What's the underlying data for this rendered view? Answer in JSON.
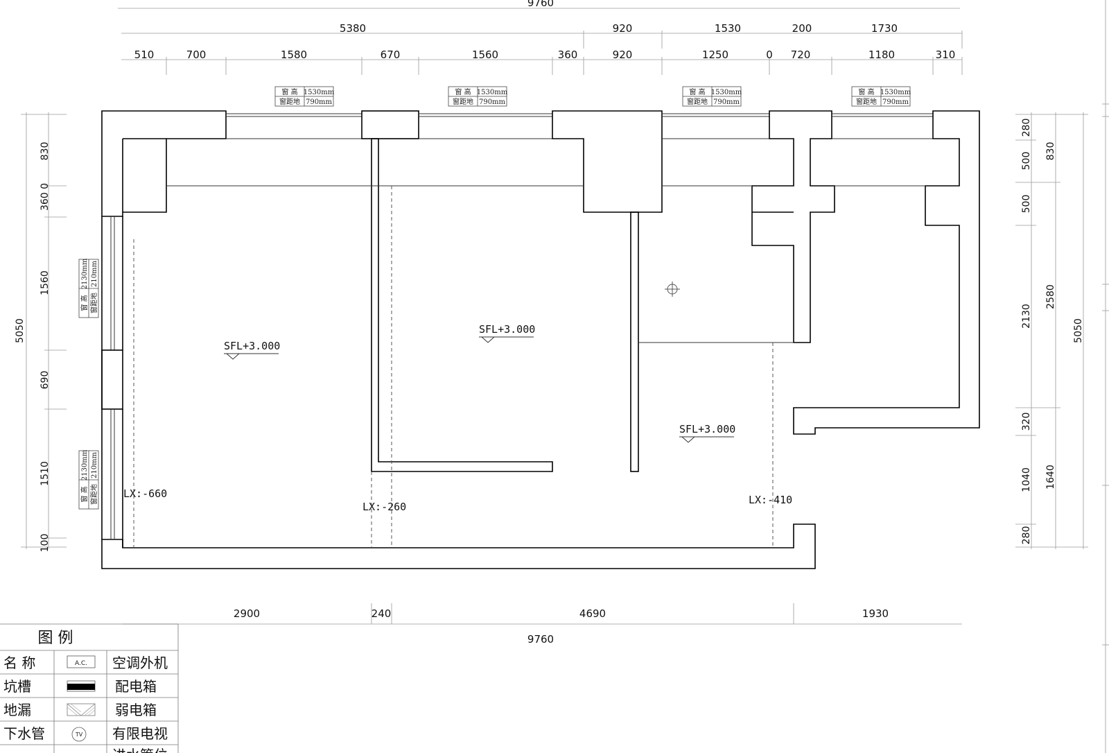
{
  "dimensions": {
    "top_total": "9760",
    "top_row2": [
      {
        "id": "t2a",
        "text": "5380"
      },
      {
        "id": "t2b",
        "text": "920"
      },
      {
        "id": "t2c",
        "text": "1530"
      },
      {
        "id": "t2d",
        "text": "200"
      },
      {
        "id": "t2e",
        "text": "1730"
      }
    ],
    "top_row3": [
      {
        "id": "t3a",
        "text": "510"
      },
      {
        "id": "t3b",
        "text": "700"
      },
      {
        "id": "t3c",
        "text": "1580"
      },
      {
        "id": "t3d",
        "text": "670"
      },
      {
        "id": "t3e",
        "text": "1560"
      },
      {
        "id": "t3f",
        "text": "360"
      },
      {
        "id": "t3g",
        "text": "920"
      },
      {
        "id": "t3h",
        "text": "1250"
      },
      {
        "id": "t3i",
        "text": "0"
      },
      {
        "id": "t3j",
        "text": "720"
      },
      {
        "id": "t3k",
        "text": "1180"
      },
      {
        "id": "t3l",
        "text": "310"
      }
    ],
    "bottom_row": [
      {
        "id": "b1",
        "text": "2900"
      },
      {
        "id": "b2",
        "text": "240"
      },
      {
        "id": "b3",
        "text": "4690"
      },
      {
        "id": "b4",
        "text": "1930"
      }
    ],
    "bottom_total": "9760",
    "left_total": "5050",
    "left_parts": [
      {
        "id": "l1",
        "text": "830"
      },
      {
        "id": "l2",
        "text": "360 0"
      },
      {
        "id": "l3",
        "text": "1560"
      },
      {
        "id": "l4",
        "text": "690"
      },
      {
        "id": "l5",
        "text": "1510"
      },
      {
        "id": "l6",
        "text": "100"
      }
    ],
    "right_inner": [
      {
        "id": "r1",
        "text": "280"
      },
      {
        "id": "r2",
        "text": "500"
      },
      {
        "id": "r3",
        "text": "500"
      },
      {
        "id": "r4",
        "text": "2130"
      },
      {
        "id": "r5",
        "text": "320"
      },
      {
        "id": "r6",
        "text": "1040"
      },
      {
        "id": "r7",
        "text": "280"
      }
    ],
    "right_mid": [
      {
        "id": "m1",
        "text": "830"
      },
      {
        "id": "m2",
        "text": "2580"
      },
      {
        "id": "m3",
        "text": "1640"
      }
    ],
    "right_total": "5050"
  },
  "window_tags": {
    "top_label_1": "窗  高",
    "top_value_1": "1530mm",
    "top_label_2": "窗距地",
    "top_value_2": "790mm",
    "side_label_1": "窗  高",
    "side_value_1": "2130mm",
    "side_label_2": "窗距地",
    "side_value_2": "210mm"
  },
  "levels": {
    "room_left": "SFL+3.000",
    "room_mid": "SFL+3.000",
    "room_right": "SFL+3.000",
    "lx_left": "LX:-660",
    "lx_mid": "LX:-260",
    "lx_right": "LX:-410"
  },
  "legend": {
    "title": "图    例",
    "rows": [
      {
        "left": "名  称",
        "symbol": "A.C.",
        "right": "空调外机"
      },
      {
        "left": "坑槽",
        "symbol": "",
        "right": "配电箱"
      },
      {
        "left": "地漏",
        "symbol": "",
        "right": "弱电箱"
      },
      {
        "left": "下水管",
        "symbol": "TV",
        "right": "有限电视"
      },
      {
        "left": "",
        "symbol": "",
        "right": "进水管位"
      }
    ]
  }
}
